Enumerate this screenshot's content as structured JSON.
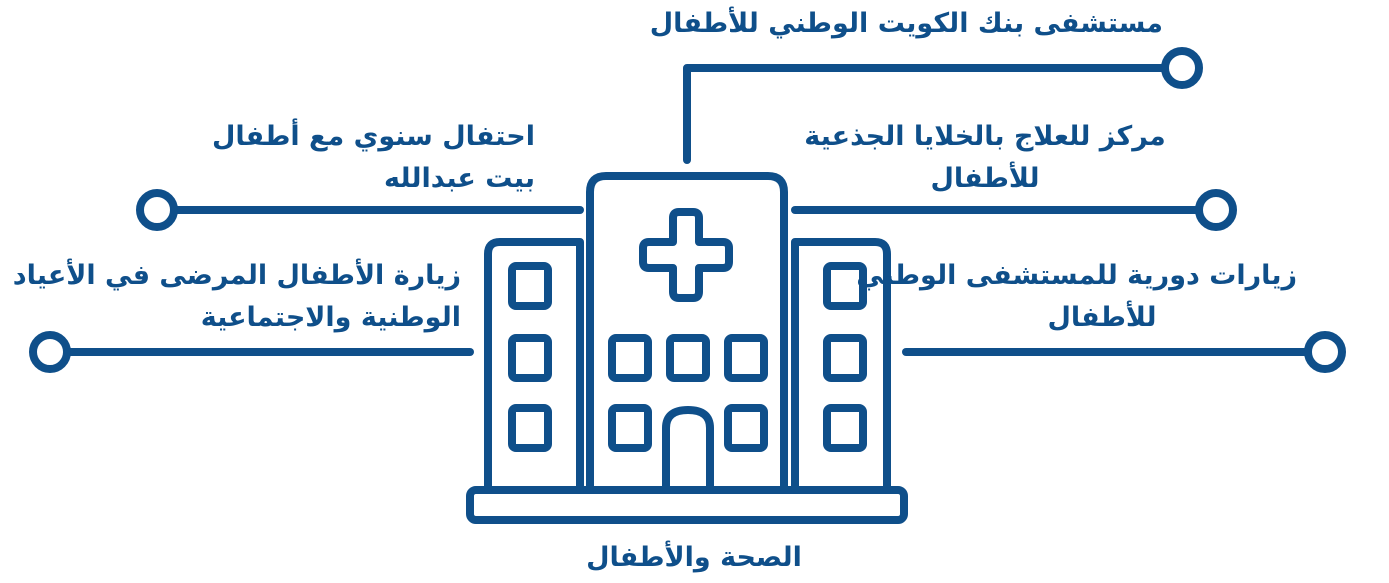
{
  "colors": {
    "primary": "#0f4f8a",
    "background": "#ffffff"
  },
  "diagram": {
    "center_icon": "hospital-building-icon",
    "caption": "الصحة والأطفال",
    "labels": {
      "top": [
        "مستشفى بنك الكويت الوطني للأطفال"
      ],
      "right_upper": [
        "مركز للعلاج بالخلايا الجذعية",
        "للأطفال"
      ],
      "right_lower": [
        "زيارات دورية للمستشفى الوطني",
        "للأطفال"
      ],
      "left_upper": [
        "احتفال سنوي مع أطفال",
        "بيت عبدالله"
      ],
      "left_lower": [
        "زيارة الأطفال المرضى في الأعياد",
        "الوطنية والاجتماعية"
      ]
    }
  }
}
